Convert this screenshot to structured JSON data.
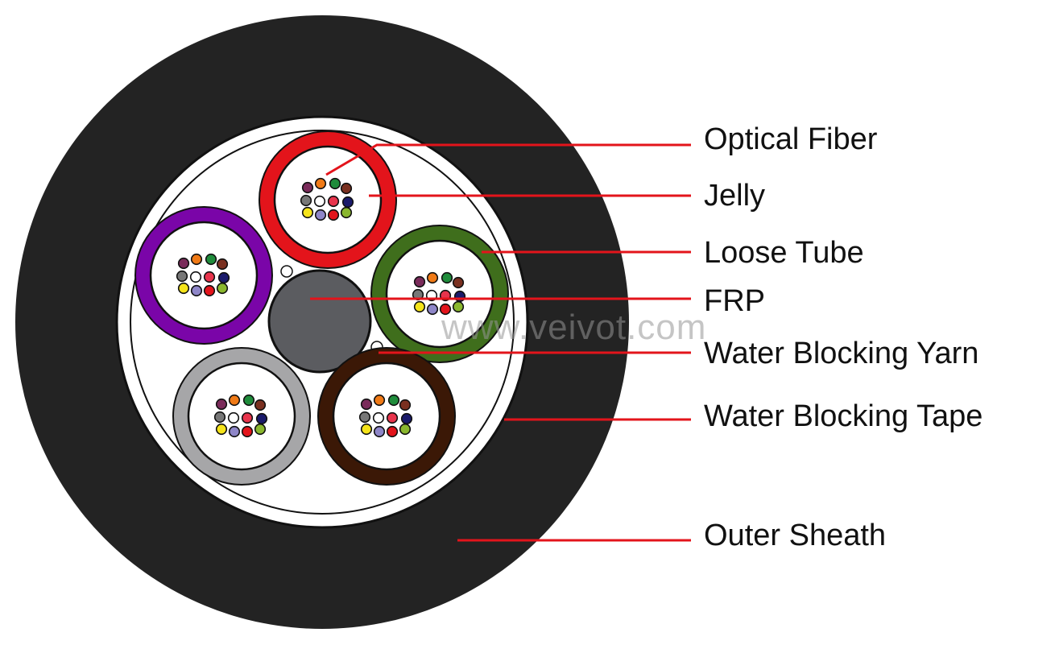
{
  "labels": {
    "optical_fiber": "Optical Fiber",
    "jelly": "Jelly",
    "loose_tube": "Loose Tube",
    "frp": "FRP",
    "water_blocking_yarn": "Water Blocking Yarn",
    "water_blocking_tape": "Water Blocking Tape",
    "outer_sheath": "Outer Sheath"
  },
  "watermark": "www.veivot.com",
  "colors": {
    "sheath": "#232323",
    "frp": "#5b5c60",
    "leader": "#e3141b",
    "tube_colors": [
      "#e3141b",
      "#3f6e1c",
      "#3b1806",
      "#a6a6a8",
      "#7a05a8"
    ],
    "fiber_colors": [
      "#7a2b5a",
      "#f07a16",
      "#1f8c3b",
      "#7a3020",
      "#777777",
      "#ffffff",
      "#e8344c",
      "#1a1a6b",
      "#f5e41a",
      "#8e86c8",
      "#e3141b",
      "#8ab72e"
    ]
  }
}
